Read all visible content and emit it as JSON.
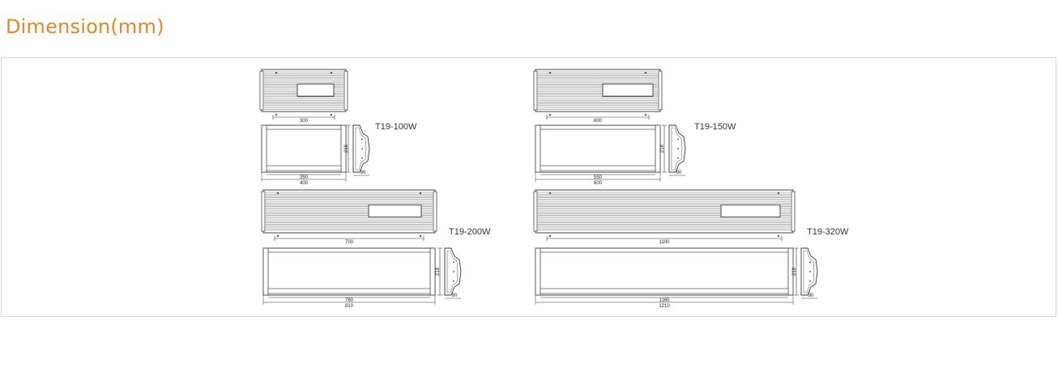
{
  "heading": "Dimension(mm)",
  "accent_color": "#e8842a",
  "models": [
    {
      "name": "T19-100W",
      "top_length": "300",
      "inner_length": "350",
      "overall_length": "400",
      "height": "218",
      "bracket_width": "90"
    },
    {
      "name": "T19-150W",
      "top_length": "600",
      "inner_length": "550",
      "overall_length": "600",
      "height": "218",
      "bracket_width": "90"
    },
    {
      "name": "T19-200W",
      "top_length": "700",
      "inner_length": "760",
      "overall_length": "810",
      "height": "218",
      "bracket_width": "90"
    },
    {
      "name": "T19-320W",
      "top_length": "1100",
      "inner_length": "1160",
      "overall_length": "1210",
      "height": "218",
      "bracket_width": "90"
    }
  ]
}
